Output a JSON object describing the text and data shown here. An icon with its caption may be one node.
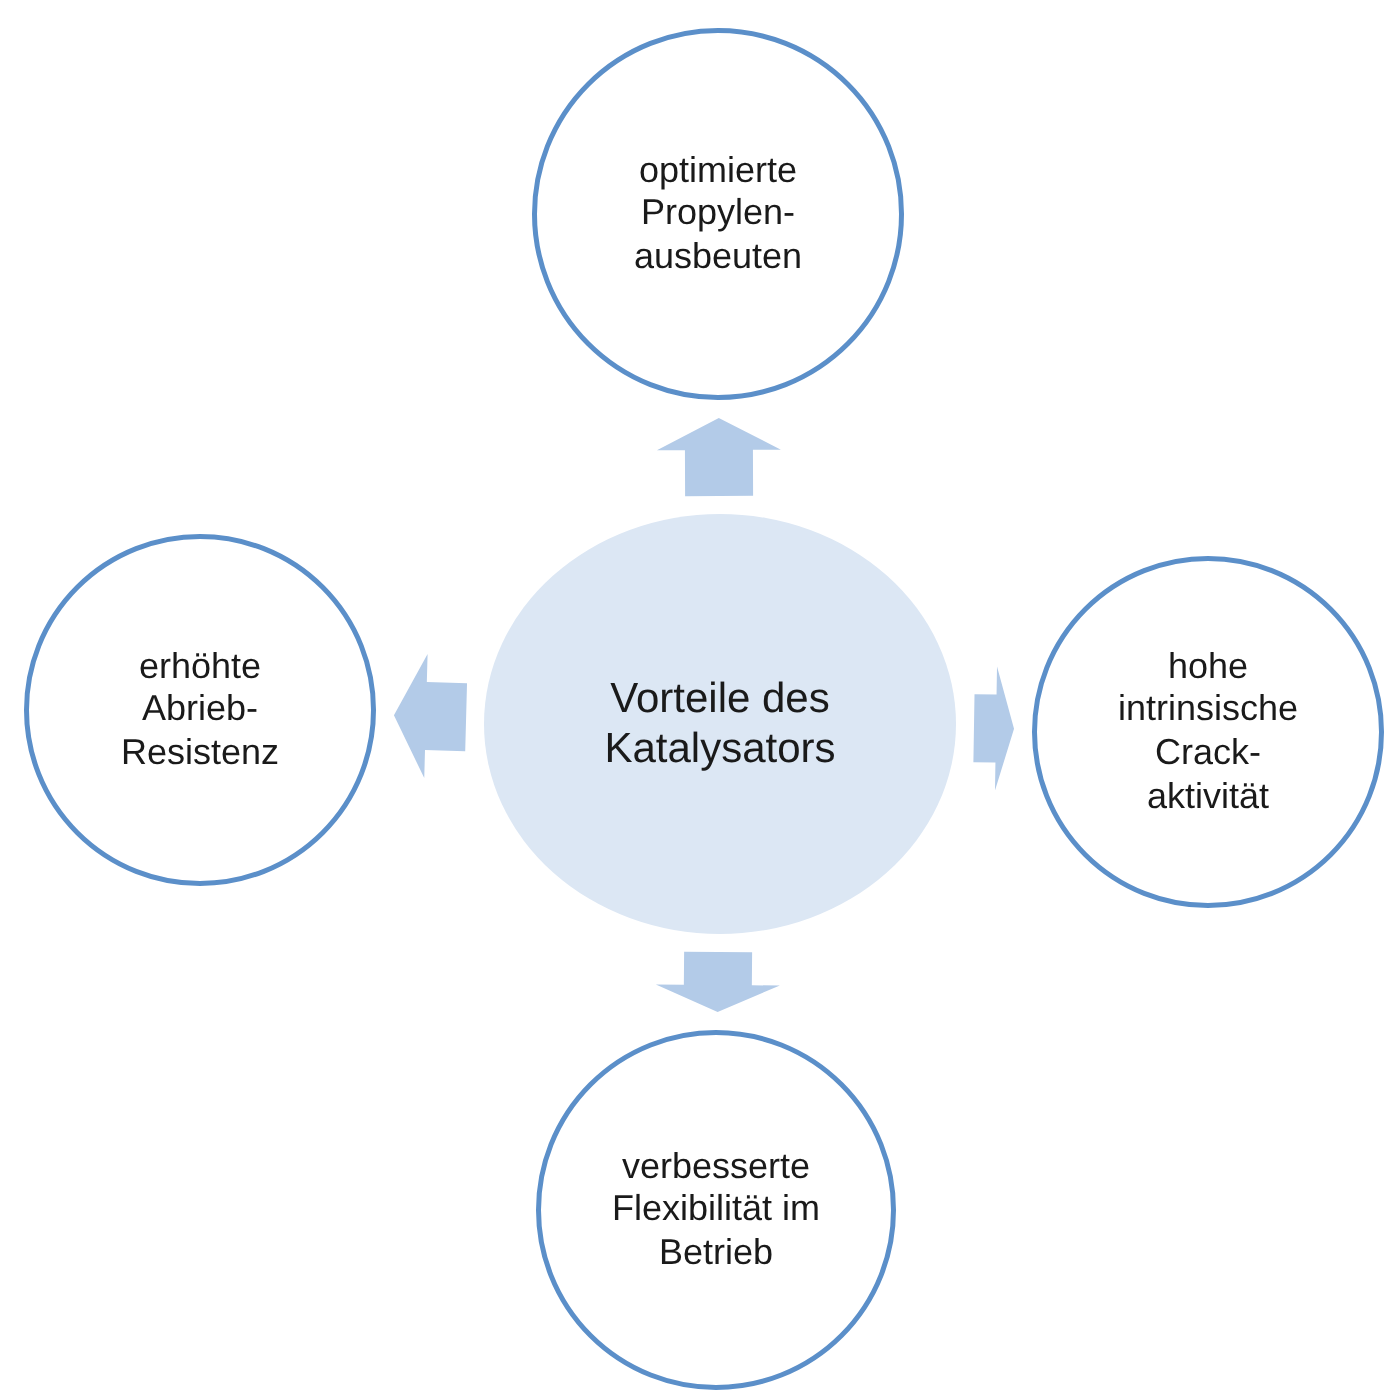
{
  "diagram": {
    "nodes": [
      {
        "text": [
          "optimierte Propylen- ausbeuten"
        ]
      },
      {
        "text": [
          "erhöhte Abrieb- Resistenz"
        ]
      },
      {
        "text": [
          "Vorteile des Katalysators"
        ]
      },
      {
        "text": [
          "hohe intrinsische Crack- aktivität"
        ]
      },
      {
        "text": [
          "verbesserte Flexibilität im Betrieb"
        ]
      }
    ],
    "edges": [
      {
        "from": 2,
        "to": 0,
        "arrow": "to"
      },
      {
        "from": 2,
        "to": 1,
        "arrow": "to"
      },
      {
        "from": 2,
        "to": 3,
        "arrow": "to"
      },
      {
        "from": 2,
        "to": 4,
        "arrow": "to"
      }
    ]
  }
}
